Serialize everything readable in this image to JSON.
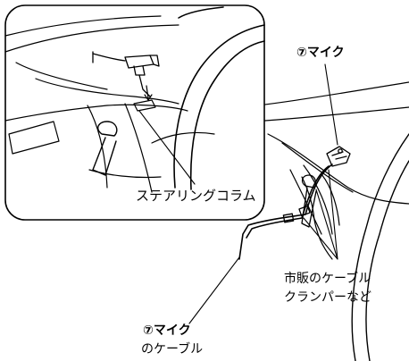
{
  "labels": {
    "mic_top": {
      "circled_number": "⑦",
      "text": "マイク"
    },
    "steering_column": "ステアリングコラム",
    "cable_clamp_line1": "市販のケーブル",
    "cable_clamp_line2": "クランパーなど",
    "mic_cable_title": {
      "circled_number": "⑦",
      "text": "マイク"
    },
    "mic_cable_subtitle": "のケーブル"
  }
}
